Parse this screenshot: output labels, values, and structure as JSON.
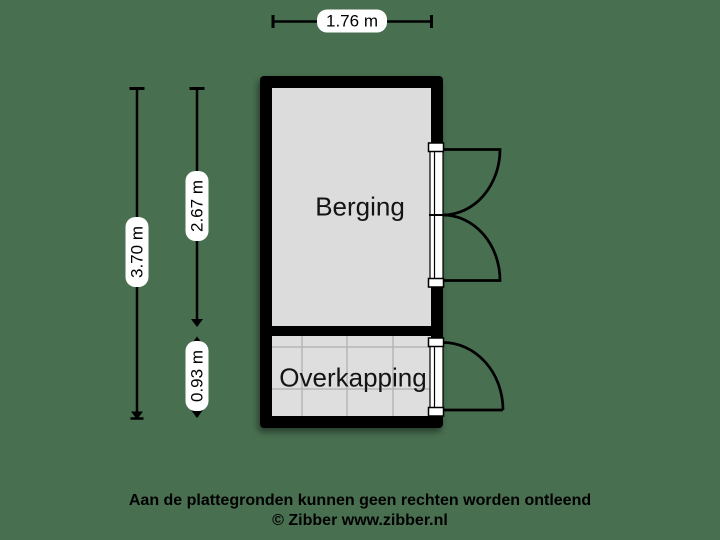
{
  "page": {
    "background_color": "#486F50"
  },
  "plan": {
    "rooms": [
      {
        "name": "Berging"
      },
      {
        "name": "Overkapping"
      }
    ],
    "dimensions": {
      "width_top": "1.76 m",
      "height_total": "3.70 m",
      "height_berging": "2.67 m",
      "height_overkapping": "0.93 m"
    },
    "colors": {
      "wall": "#000000",
      "floor_berging": "#dcdcdc",
      "floor_overkapping": "#dedede",
      "tile_line": "#b5b5b5",
      "door_line": "#000000",
      "dimension_line": "#000000",
      "opening_fill": "#ffffff",
      "label_background": "#ffffff",
      "label_text": "#000000"
    }
  },
  "footer": {
    "disclaimer": "Aan de plattegronden kunnen geen rechten worden ontleend",
    "copyright": "© Zibber www.zibber.nl"
  }
}
